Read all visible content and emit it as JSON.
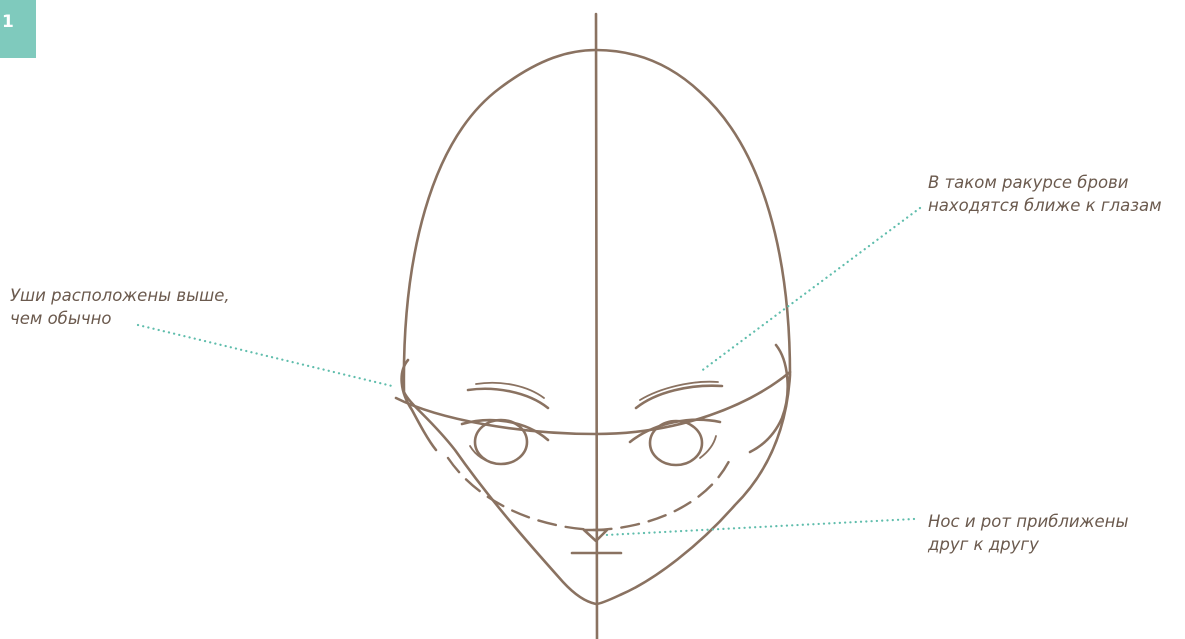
{
  "step_number": "1",
  "annotations": {
    "eyebrows": {
      "line1": "В таком ракурсе брови",
      "line2": "находятся ближе к глазам"
    },
    "ears": {
      "line1": "Уши расположены выше,",
      "line2": "чем обычно"
    },
    "nose_mouth": {
      "line1": "Нос и рот приближены",
      "line2": "друг к другу"
    }
  },
  "colors": {
    "badge": "#7fcabd",
    "leader_lines": "#5fbdac",
    "sketch_lines": "#8a7261",
    "annotation_text": "#6b5a4e"
  }
}
